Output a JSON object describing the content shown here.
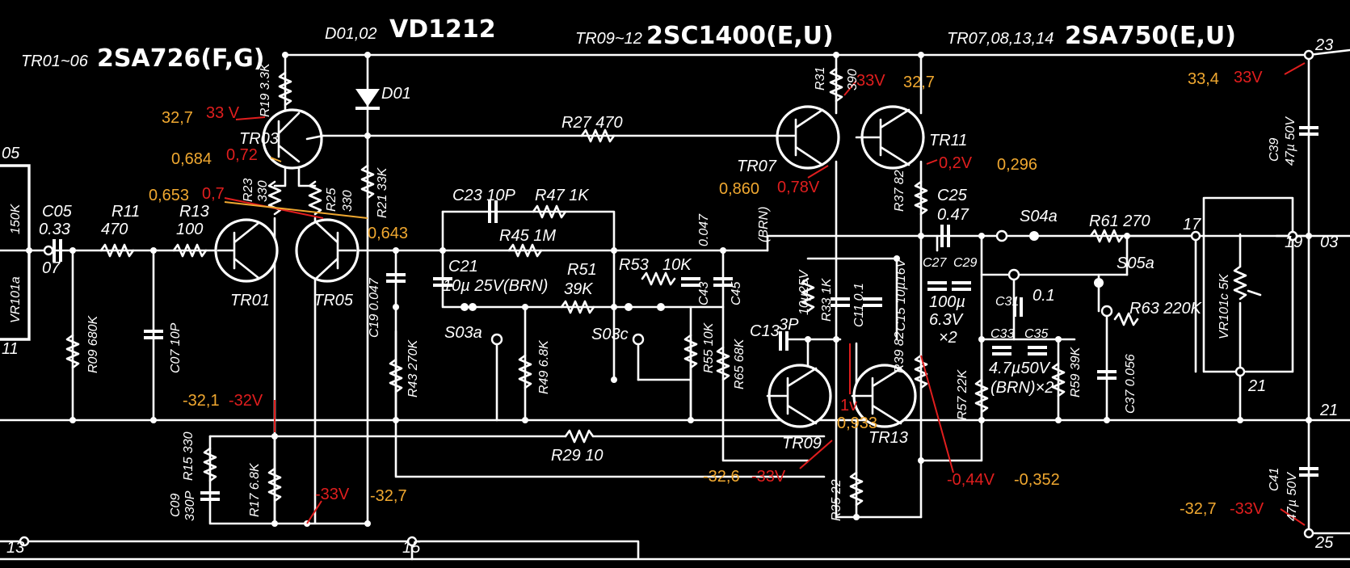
{
  "parts": {
    "tr01_06_ref": "TR01~06",
    "tr01_06_type": "2SA726(F,G)",
    "d0102_ref": "D01,02",
    "d0102_type": "VD1212",
    "tr09_12_ref": "TR09~12",
    "tr09_12_type": "2SC1400(E,U)",
    "tr07_14_ref": "TR07,08,13,14",
    "tr07_14_type": "2SA750(E,U)",
    "tr03": "TR03",
    "tr01": "TR01",
    "tr05": "TR05",
    "tr07": "TR07",
    "tr11": "TR11",
    "tr09": "TR09",
    "tr13": "TR13",
    "d01": "D01",
    "r19": "R19 3.3K",
    "r23": "R23",
    "r23v": "330",
    "r25": "R25",
    "r25v": "330",
    "r21": "R21 33K",
    "r27": "R27 470",
    "r31": "R31",
    "r31v": "390",
    "r37": "R37 82",
    "r11": "R11",
    "r11v": "470",
    "r13": "R13",
    "r13v": "100",
    "r09": "R09 680K",
    "c07": "C07 10P",
    "c05": "C05",
    "c05v": "0.33",
    "r47": "R47 1K",
    "c23": "C23 10P",
    "r45": "R45 1M",
    "c21": "C21",
    "c21v": "10µ 25V(BRN)",
    "r51": "R51",
    "r51v": "39K",
    "r53": "R53",
    "r53v": "10K",
    "c19": "C19 0.047",
    "r43": "R43 270K",
    "r49": "R49 6.8K",
    "s03a": "S03a",
    "s03c": "S03c",
    "c43": "C43",
    "c43v": "0.047",
    "c45": "C45",
    "c45v": "(BRN)",
    "r55": "R55 10K",
    "r65": "R65 68K",
    "c13": "C13",
    "c13v": "3P",
    "r33": "R33 1K",
    "c11": "C11 0.1",
    "c_10u25": "10µ25V",
    "c15": "C15 10µ16V",
    "r39": "R39 82",
    "r35": "R35 22",
    "r29": "R29 10",
    "r15": "R15 330",
    "c09": "C09",
    "c09v": "330P",
    "r17": "R17 6.8K",
    "c25": "C25",
    "c25v": "0.47",
    "c27": "C27",
    "c29": "C29",
    "c27v": "100µ",
    "c27v2": "6.3V",
    "c27v3": "×2",
    "s04a": "S04a",
    "s05a": "S05a",
    "r61": "R61 270",
    "c31": "C31",
    "c31v": "0.1",
    "c33": "C33",
    "c35": "C35",
    "c33v": "4.7µ50V",
    "c33v2": "(BRN)×2",
    "r57": "R57 22K",
    "r59": "R59 39K",
    "r63": "R63 220K",
    "c37": "C37 0.056",
    "vr101c": "VR101c 5K",
    "vr101a": "VR101a",
    "k150": "150K",
    "c39": "C39",
    "c39v": "47µ 50V",
    "c41": "C41",
    "c41v": "47µ 50V",
    "n05": "05",
    "n11": "11",
    "n07": "07",
    "n13": "13",
    "n15": "15",
    "n17": "17",
    "n19": "19",
    "n21": "21",
    "n21b": "21",
    "n23": "23",
    "n25": "25",
    "n03": "03"
  },
  "voltages": {
    "tr03_emitter_meas": "32,7",
    "tr03_emitter_nom": "33 V",
    "tr03_base_meas": "0,684",
    "tr03_base_nom": "0,72",
    "tr01_base_meas": "0,653",
    "tr01_base_nom": "0,7",
    "tr05_base_meas": "0,643",
    "tr07_top_nom": "33V",
    "tr07_top_meas": "32,7",
    "tr11_out_nom": "0,2V",
    "tr11_out_meas": "0,296",
    "tr07_base_meas": "0,860",
    "tr07_base_nom": "0,78V",
    "rail_pos_meas": "33,4",
    "rail_pos_nom": "33V",
    "neg_meas": "-32,1",
    "neg_nom": "-32V",
    "tr05_emitter_nom": "-33V",
    "tr05_emitter_meas": "-32,7",
    "tr09_base_nom": "1v",
    "tr09_base_meas": "0,933",
    "tr09_emitter_meas": "-32,6",
    "tr09_emitter_nom": "-33V",
    "tr13_out_nom": "-0,44V",
    "tr13_out_meas": "-0,352",
    "rail_neg_meas": "-32,7",
    "rail_neg_nom": "-33V"
  },
  "colors": {
    "wire": "#ffffff",
    "background": "#000000",
    "nominal": "#e01e1e",
    "measured": "#f0a830"
  }
}
